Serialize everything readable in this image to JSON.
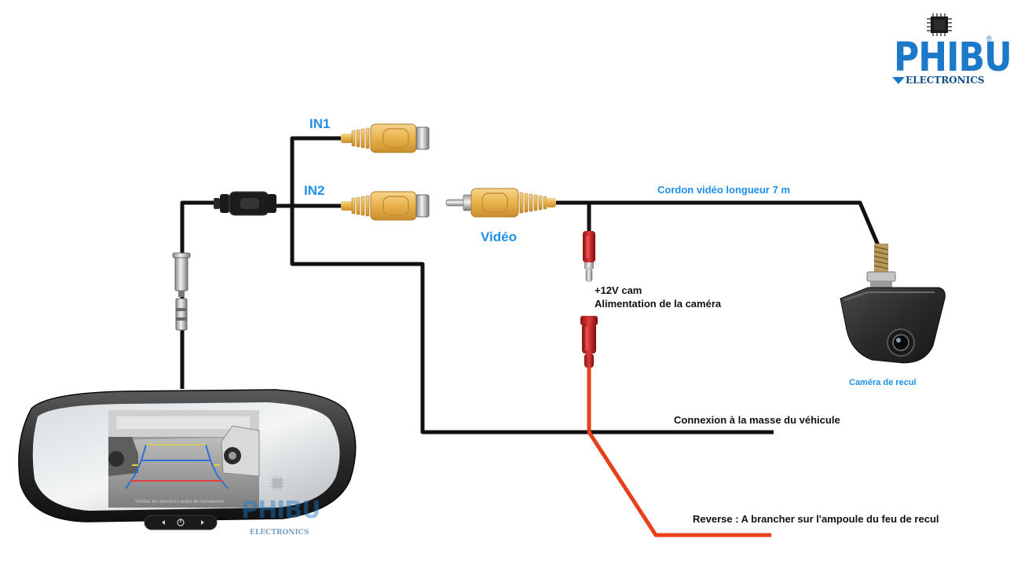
{
  "logo": {
    "brand": "PHIBU",
    "sub": "ELECTRONICS",
    "reg": "®"
  },
  "labels": {
    "in1": "IN1",
    "in2": "IN2",
    "video": "Vidéo",
    "cable": "Cordon vidéo longueur 7 m",
    "power_line1": "+12V cam",
    "power_line2": "Alimentation de la caméra",
    "camera": "Caméra de recul",
    "ground": "Connexion à la masse du véhicule",
    "reverse": "Reverse :  A brancher sur l'ampoule du feu de recul"
  },
  "mirror": {
    "screen_caption": "Vérifiez les alentours avant de manoeuvrer",
    "watermark_brand": "PHIBU",
    "watermark_sub": "ELECTRONICS"
  },
  "colors": {
    "label_blue": "#1e90e8",
    "wire_black": "#111111",
    "wire_red": "#e8401a",
    "rca_yellow": "#e8b24a",
    "logo_blue": "#1c79c9"
  },
  "icons": [
    "chip-icon",
    "left-arrow-icon",
    "power-icon",
    "right-arrow-icon"
  ]
}
